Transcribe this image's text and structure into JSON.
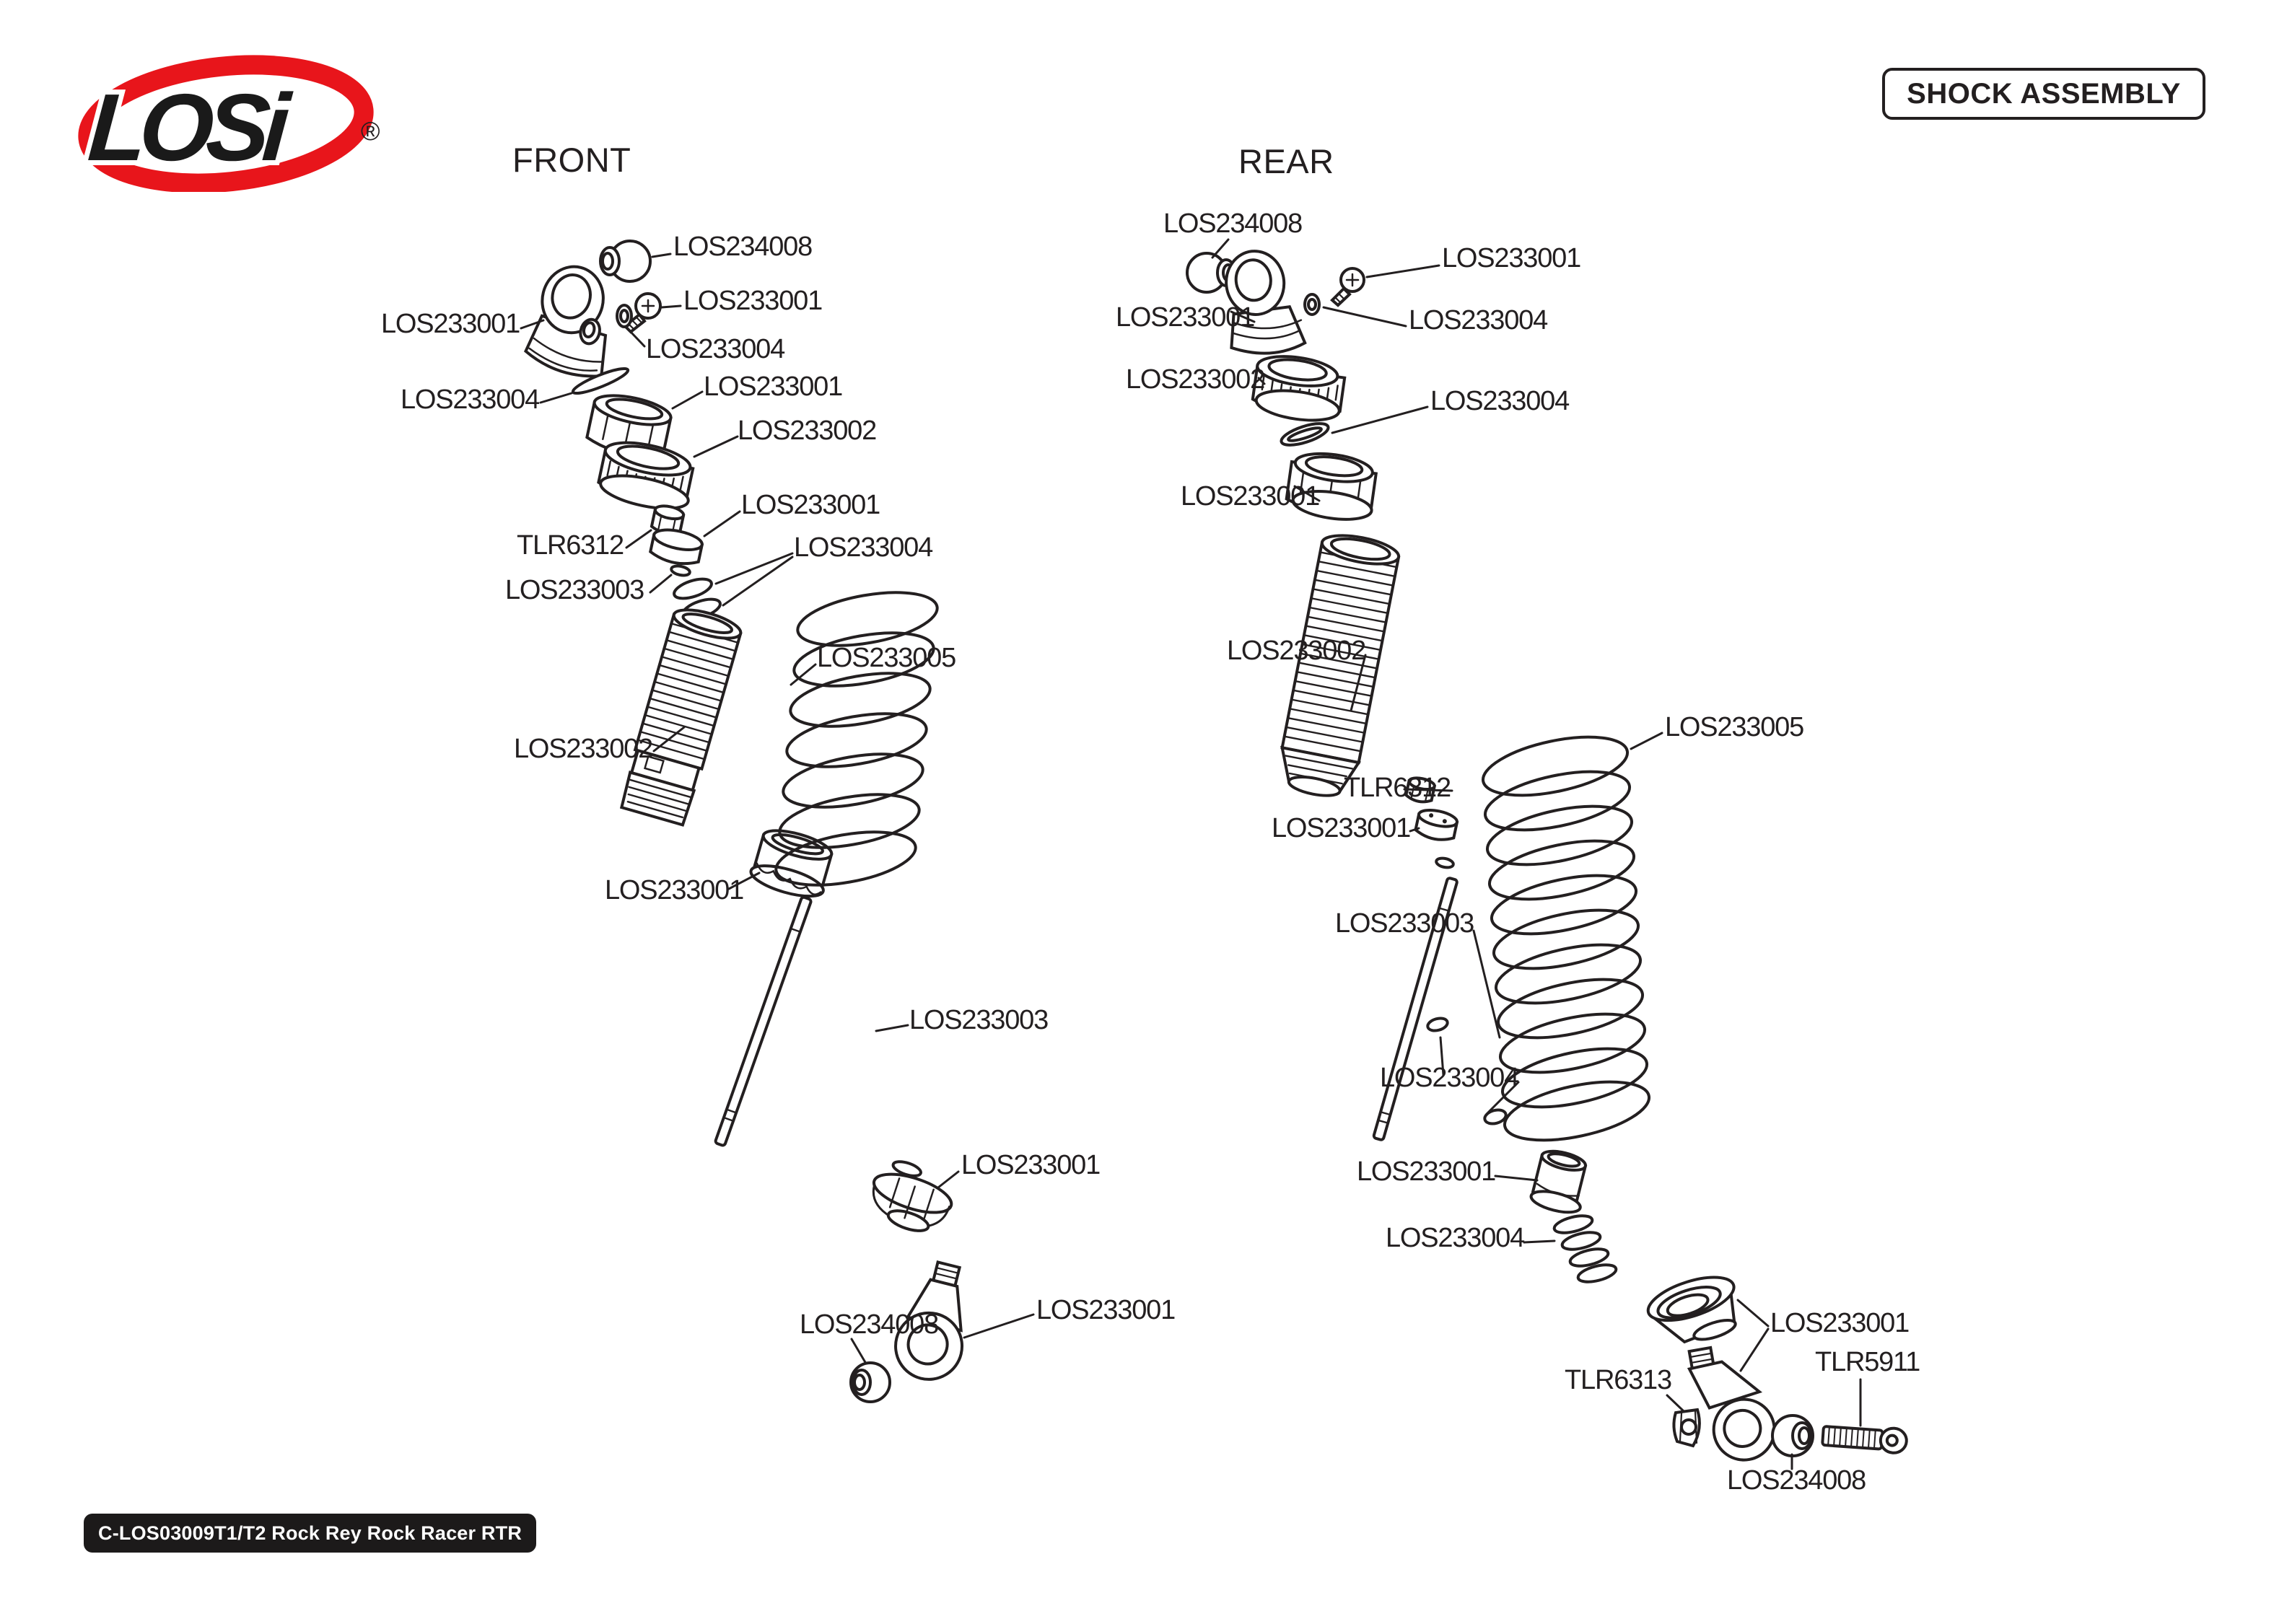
{
  "header": {
    "title": "SHOCK ASSEMBLY"
  },
  "logo": {
    "brand": "LOSi",
    "registered_mark": "®"
  },
  "sections": {
    "front": {
      "heading": "FRONT"
    },
    "rear": {
      "heading": "REAR"
    }
  },
  "front_labels": [
    {
      "text": "LOS234008"
    },
    {
      "text": "LOS233001"
    },
    {
      "text": "LOS233001"
    },
    {
      "text": "LOS233004"
    },
    {
      "text": "LOS233004"
    },
    {
      "text": "LOS233001"
    },
    {
      "text": "LOS233002"
    },
    {
      "text": "LOS233001"
    },
    {
      "text": "TLR6312"
    },
    {
      "text": "LOS233004"
    },
    {
      "text": "LOS233003"
    },
    {
      "text": "LOS233005"
    },
    {
      "text": "LOS233002"
    },
    {
      "text": "LOS233001"
    },
    {
      "text": "LOS233003"
    },
    {
      "text": "LOS233001"
    },
    {
      "text": "LOS234008"
    },
    {
      "text": "LOS233001"
    }
  ],
  "rear_labels": [
    {
      "text": "LOS234008"
    },
    {
      "text": "LOS233001"
    },
    {
      "text": "LOS233001"
    },
    {
      "text": "LOS233004"
    },
    {
      "text": "LOS233002"
    },
    {
      "text": "LOS233004"
    },
    {
      "text": "LOS233001"
    },
    {
      "text": "LOS233002"
    },
    {
      "text": "LOS233005"
    },
    {
      "text": "TLR6312"
    },
    {
      "text": "LOS233001"
    },
    {
      "text": "LOS233003"
    },
    {
      "text": "LOS233004"
    },
    {
      "text": "LOS233001"
    },
    {
      "text": "LOS233004"
    },
    {
      "text": "LOS233001"
    },
    {
      "text": "TLR5911"
    },
    {
      "text": "TLR6313"
    },
    {
      "text": "LOS234008"
    }
  ],
  "footer": {
    "badge": "C-LOS03009T1/T2 Rock Rey Rock Racer RTR"
  }
}
